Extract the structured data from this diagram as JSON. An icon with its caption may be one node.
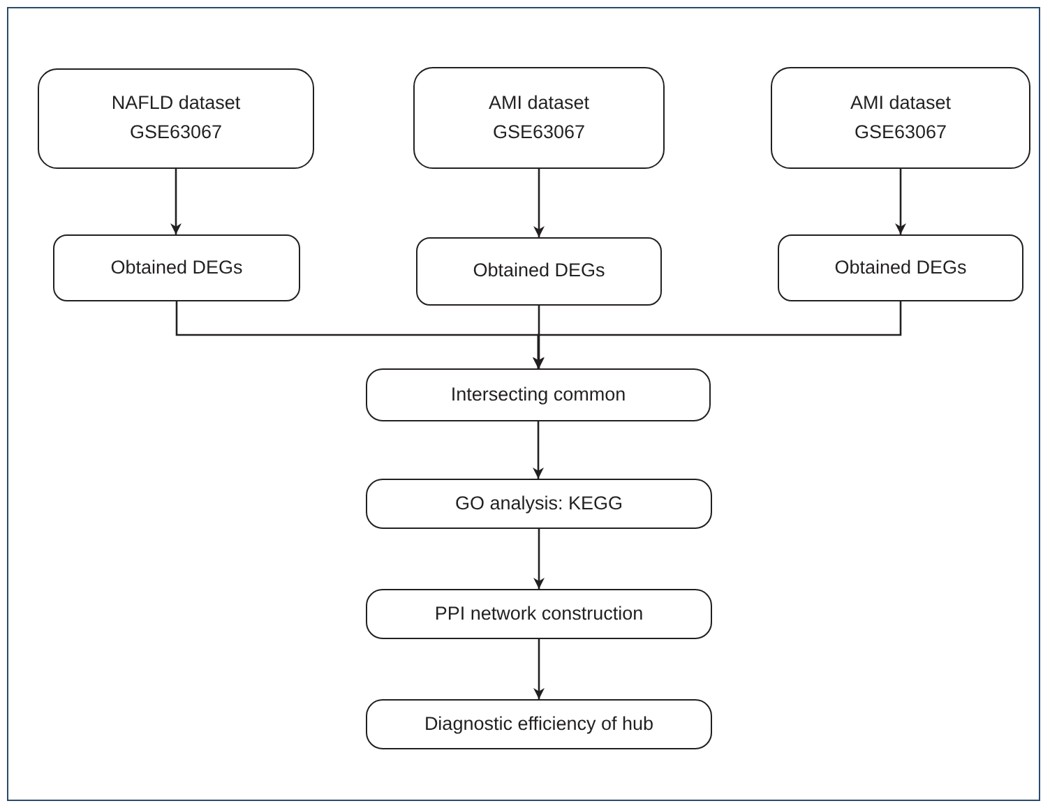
{
  "diagram": {
    "nodes": [
      {
        "text": [
          "NAFLD dataset GSE63067"
        ]
      },
      {
        "text": [
          "AMI dataset GSE63067"
        ]
      },
      {
        "text": [
          "AMI dataset GSE63067"
        ]
      },
      {
        "text": [
          "Obtained DEGs"
        ]
      },
      {
        "text": [
          "Obtained DEGs"
        ]
      },
      {
        "text": [
          "Obtained DEGs"
        ]
      },
      {
        "text": [
          "Intersecting common"
        ]
      },
      {
        "text": [
          "GO analysis: KEGG"
        ]
      },
      {
        "text": [
          "PPI network construction"
        ]
      },
      {
        "text": [
          "Diagnostic efficiency of hub"
        ]
      }
    ],
    "edges": [
      {
        "from": 0,
        "to": 3,
        "arrow": "to"
      },
      {
        "from": 1,
        "to": 4,
        "arrow": "to"
      },
      {
        "from": 2,
        "to": 5,
        "arrow": "to"
      },
      {
        "from": 3,
        "to": 6,
        "arrow": "to"
      },
      {
        "from": 4,
        "to": 6,
        "arrow": "to"
      },
      {
        "from": 5,
        "to": 6,
        "arrow": "to"
      },
      {
        "from": 6,
        "to": 7,
        "arrow": "to"
      },
      {
        "from": 7,
        "to": 8,
        "arrow": "to"
      },
      {
        "from": 8,
        "to": 9,
        "arrow": "to"
      }
    ]
  }
}
